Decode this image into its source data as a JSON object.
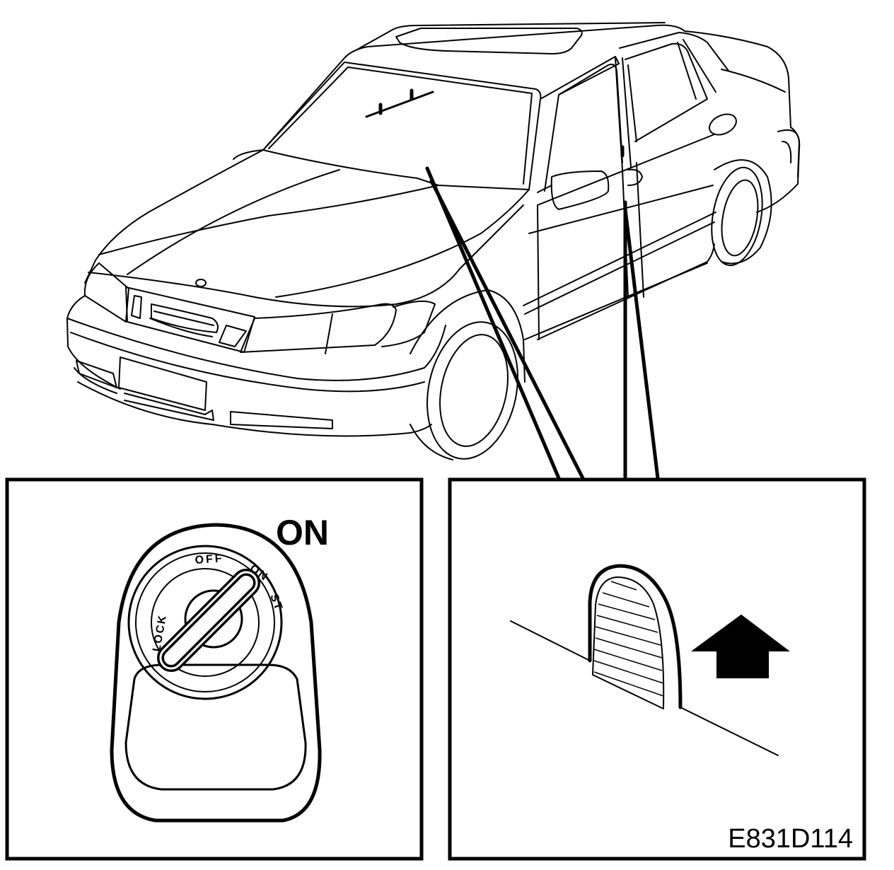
{
  "ignition": {
    "position_heading": "ON",
    "label_lock": "LOCK",
    "label_off": "OFF",
    "label_on": "ON",
    "label_st": "ST"
  },
  "figure_code": "E831D114",
  "arrow_direction": "up",
  "icons": [
    "car-outline-icon",
    "ignition-switch-icon",
    "door-lock-button-icon",
    "arrow-up-icon"
  ],
  "colors": {
    "line": "#000000",
    "background": "#ffffff"
  }
}
